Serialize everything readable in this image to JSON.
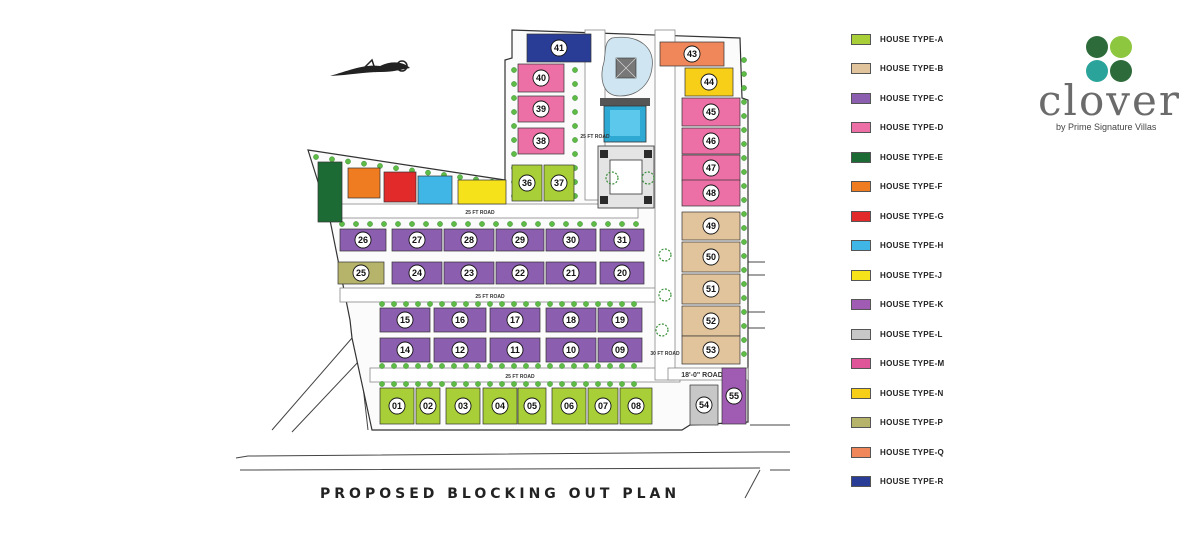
{
  "title": "PROPOSED BLOCKING OUT PLAN",
  "logo": {
    "word": "clover",
    "subtitle": "by Prime Signature Villas",
    "dots": [
      "#2e6b3a",
      "#8dc63f",
      "#2aa39a",
      "#2e6b3a"
    ]
  },
  "legend": [
    {
      "key": "A",
      "label": "HOUSE TYPE-A",
      "color": "#a8cf38"
    },
    {
      "key": "B",
      "label": "HOUSE TYPE-B",
      "color": "#e2c49c"
    },
    {
      "key": "C",
      "label": "HOUSE TYPE-C",
      "color": "#8c5eb0"
    },
    {
      "key": "D",
      "label": "HOUSE TYPE-D",
      "color": "#ec6fa5"
    },
    {
      "key": "E",
      "label": "HOUSE TYPE-E",
      "color": "#1d6b34"
    },
    {
      "key": "F",
      "label": "HOUSE TYPE-F",
      "color": "#f07c22"
    },
    {
      "key": "G",
      "label": "HOUSE TYPE-G",
      "color": "#e22a2a"
    },
    {
      "key": "H",
      "label": "HOUSE TYPE-H",
      "color": "#3fb6e6"
    },
    {
      "key": "J",
      "label": "HOUSE TYPE-J",
      "color": "#f5e21a"
    },
    {
      "key": "K",
      "label": "HOUSE TYPE-K",
      "color": "#a05cb3"
    },
    {
      "key": "L",
      "label": "HOUSE TYPE-L",
      "color": "#c7c7c7"
    },
    {
      "key": "M",
      "label": "HOUSE TYPE-M",
      "color": "#e0559a"
    },
    {
      "key": "N",
      "label": "HOUSE TYPE-N",
      "color": "#f7cf18"
    },
    {
      "key": "P",
      "label": "HOUSE TYPE-P",
      "color": "#b6b36a"
    },
    {
      "key": "Q",
      "label": "HOUSE TYPE-Q",
      "color": "#f0875a"
    },
    {
      "key": "R",
      "label": "HOUSE TYPE-R",
      "color": "#2a3d96"
    }
  ],
  "road_labels": {
    "r1": "25 FT ROAD",
    "r2": "25 FT ROAD",
    "r3": "25 FT ROAD",
    "r4": "18'-0\" ROAD",
    "r5": "25 FT ROAD",
    "r6": "30 FT ROAD"
  },
  "plots": [
    {
      "id": "01",
      "type": "A"
    },
    {
      "id": "02",
      "type": "A"
    },
    {
      "id": "03",
      "type": "A"
    },
    {
      "id": "04",
      "type": "A"
    },
    {
      "id": "05",
      "type": "A"
    },
    {
      "id": "06",
      "type": "A"
    },
    {
      "id": "07",
      "type": "A"
    },
    {
      "id": "08",
      "type": "A"
    },
    {
      "id": "09",
      "type": "C"
    },
    {
      "id": "10",
      "type": "C"
    },
    {
      "id": "11",
      "type": "C"
    },
    {
      "id": "12",
      "type": "C"
    },
    {
      "id": "14",
      "type": "C"
    },
    {
      "id": "15",
      "type": "C"
    },
    {
      "id": "16",
      "type": "C"
    },
    {
      "id": "17",
      "type": "C"
    },
    {
      "id": "18",
      "type": "C"
    },
    {
      "id": "19",
      "type": "C"
    },
    {
      "id": "20",
      "type": "C"
    },
    {
      "id": "21",
      "type": "C"
    },
    {
      "id": "22",
      "type": "C"
    },
    {
      "id": "23",
      "type": "C"
    },
    {
      "id": "24",
      "type": "C"
    },
    {
      "id": "25",
      "type": "P"
    },
    {
      "id": "26",
      "type": "C"
    },
    {
      "id": "27",
      "type": "C"
    },
    {
      "id": "28",
      "type": "C"
    },
    {
      "id": "29",
      "type": "C"
    },
    {
      "id": "30",
      "type": "C"
    },
    {
      "id": "31",
      "type": "C"
    },
    {
      "id": "36",
      "type": "A"
    },
    {
      "id": "37",
      "type": "A"
    },
    {
      "id": "38",
      "type": "D"
    },
    {
      "id": "39",
      "type": "D"
    },
    {
      "id": "40",
      "type": "D"
    },
    {
      "id": "41",
      "type": "R"
    },
    {
      "id": "43",
      "type": "Q"
    },
    {
      "id": "44",
      "type": "N"
    },
    {
      "id": "45",
      "type": "D"
    },
    {
      "id": "46",
      "type": "D"
    },
    {
      "id": "47",
      "type": "D"
    },
    {
      "id": "48",
      "type": "D"
    },
    {
      "id": "49",
      "type": "B"
    },
    {
      "id": "50",
      "type": "B"
    },
    {
      "id": "51",
      "type": "B"
    },
    {
      "id": "52",
      "type": "B"
    },
    {
      "id": "53",
      "type": "B"
    },
    {
      "id": "54",
      "type": "L"
    },
    {
      "id": "55",
      "type": "K"
    }
  ],
  "unnumbered_plots": [
    {
      "name": "plot-type-e",
      "type": "E"
    },
    {
      "name": "plot-type-f",
      "type": "F"
    },
    {
      "name": "plot-type-g",
      "type": "G"
    },
    {
      "name": "plot-type-h",
      "type": "H"
    },
    {
      "name": "plot-type-j",
      "type": "J"
    }
  ]
}
